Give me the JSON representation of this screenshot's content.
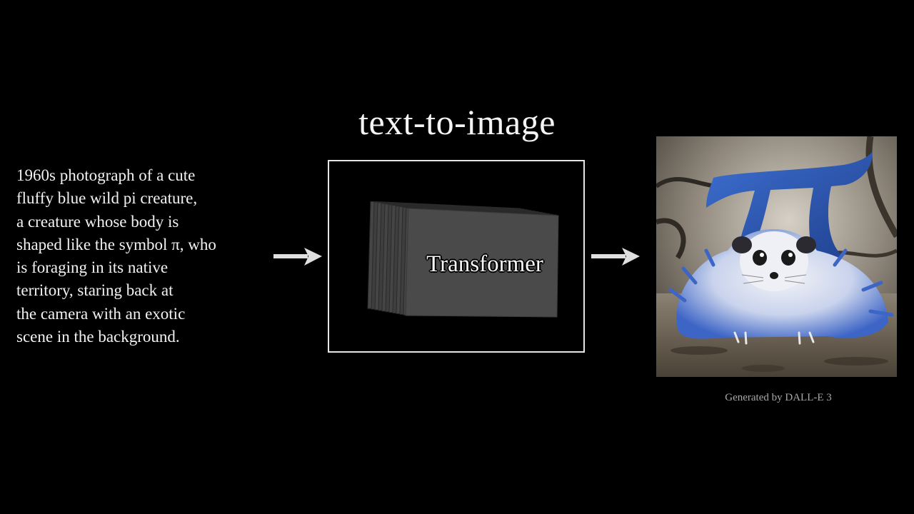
{
  "diagram": {
    "title": "text-to-image",
    "prompt_lines": [
      "1960s photograph of a cute",
      "fluffy blue wild pi creature,",
      "a creature whose body is",
      "shaped like the symbol π, who",
      "is foraging in its native",
      "territory, staring back at",
      "the camera with an exotic",
      "scene in the background."
    ],
    "model_label": "Transformer",
    "image_caption": "Generated by DALL-E 3"
  },
  "colors": {
    "background": "#000000",
    "text": "#f2f2f2",
    "arrow": "#e0e0e0",
    "frame": "#e6e6e6",
    "block_face": "#4a4a4a",
    "caption": "#a8a8a8",
    "creature_blue": "#3a66c4"
  },
  "icons": {
    "arrow_in": "right-arrow-icon",
    "arrow_out": "right-arrow-icon"
  }
}
